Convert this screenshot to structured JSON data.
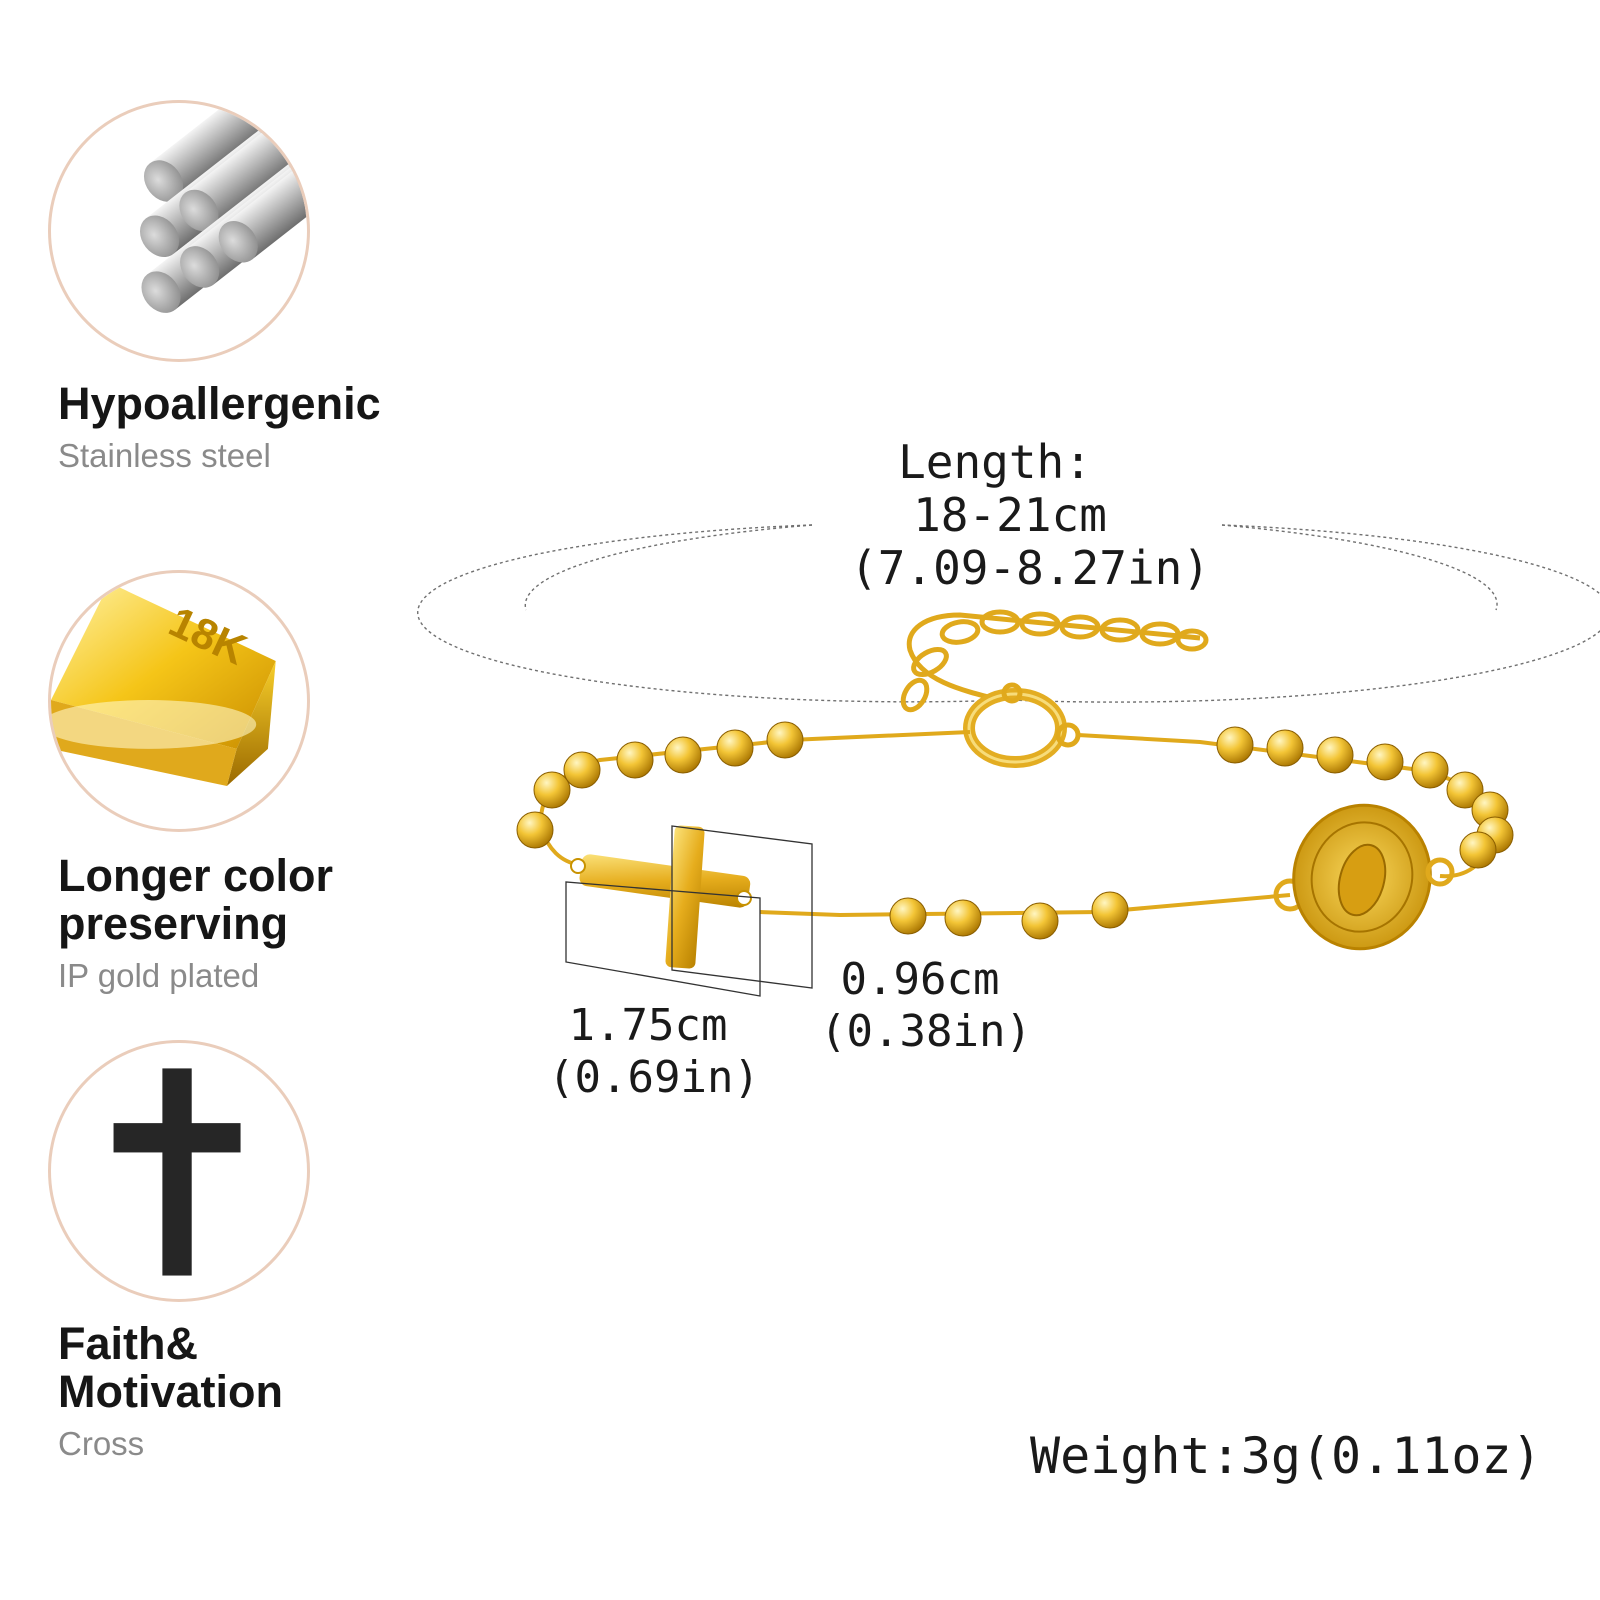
{
  "features": [
    {
      "title": "Hypoallergenic",
      "subtitle": "Stainless steel",
      "icon": "steel-rods-icon"
    },
    {
      "title": "Longer color\npreserving",
      "subtitle": "IP gold plated",
      "icon": "gold-bar-icon",
      "badge": "18K"
    },
    {
      "title": "Faith&\nMotivation",
      "subtitle": "Cross",
      "icon": "cross-icon"
    }
  ],
  "measurements": {
    "length": {
      "label": "Length:",
      "cm": "18-21cm",
      "inch": "(7.09-8.27in)"
    },
    "cross_width": {
      "cm": "1.75cm",
      "inch": "(0.69in)"
    },
    "cross_height": {
      "cm": "0.96cm",
      "inch": "(0.38in)"
    },
    "weight": "Weight:3g(0.11oz)"
  },
  "colors": {
    "gold": "#e0a91c",
    "gold_light": "#f7d565",
    "circle_border": "#eacdbb",
    "subtitle_gray": "#8a8a8a"
  }
}
